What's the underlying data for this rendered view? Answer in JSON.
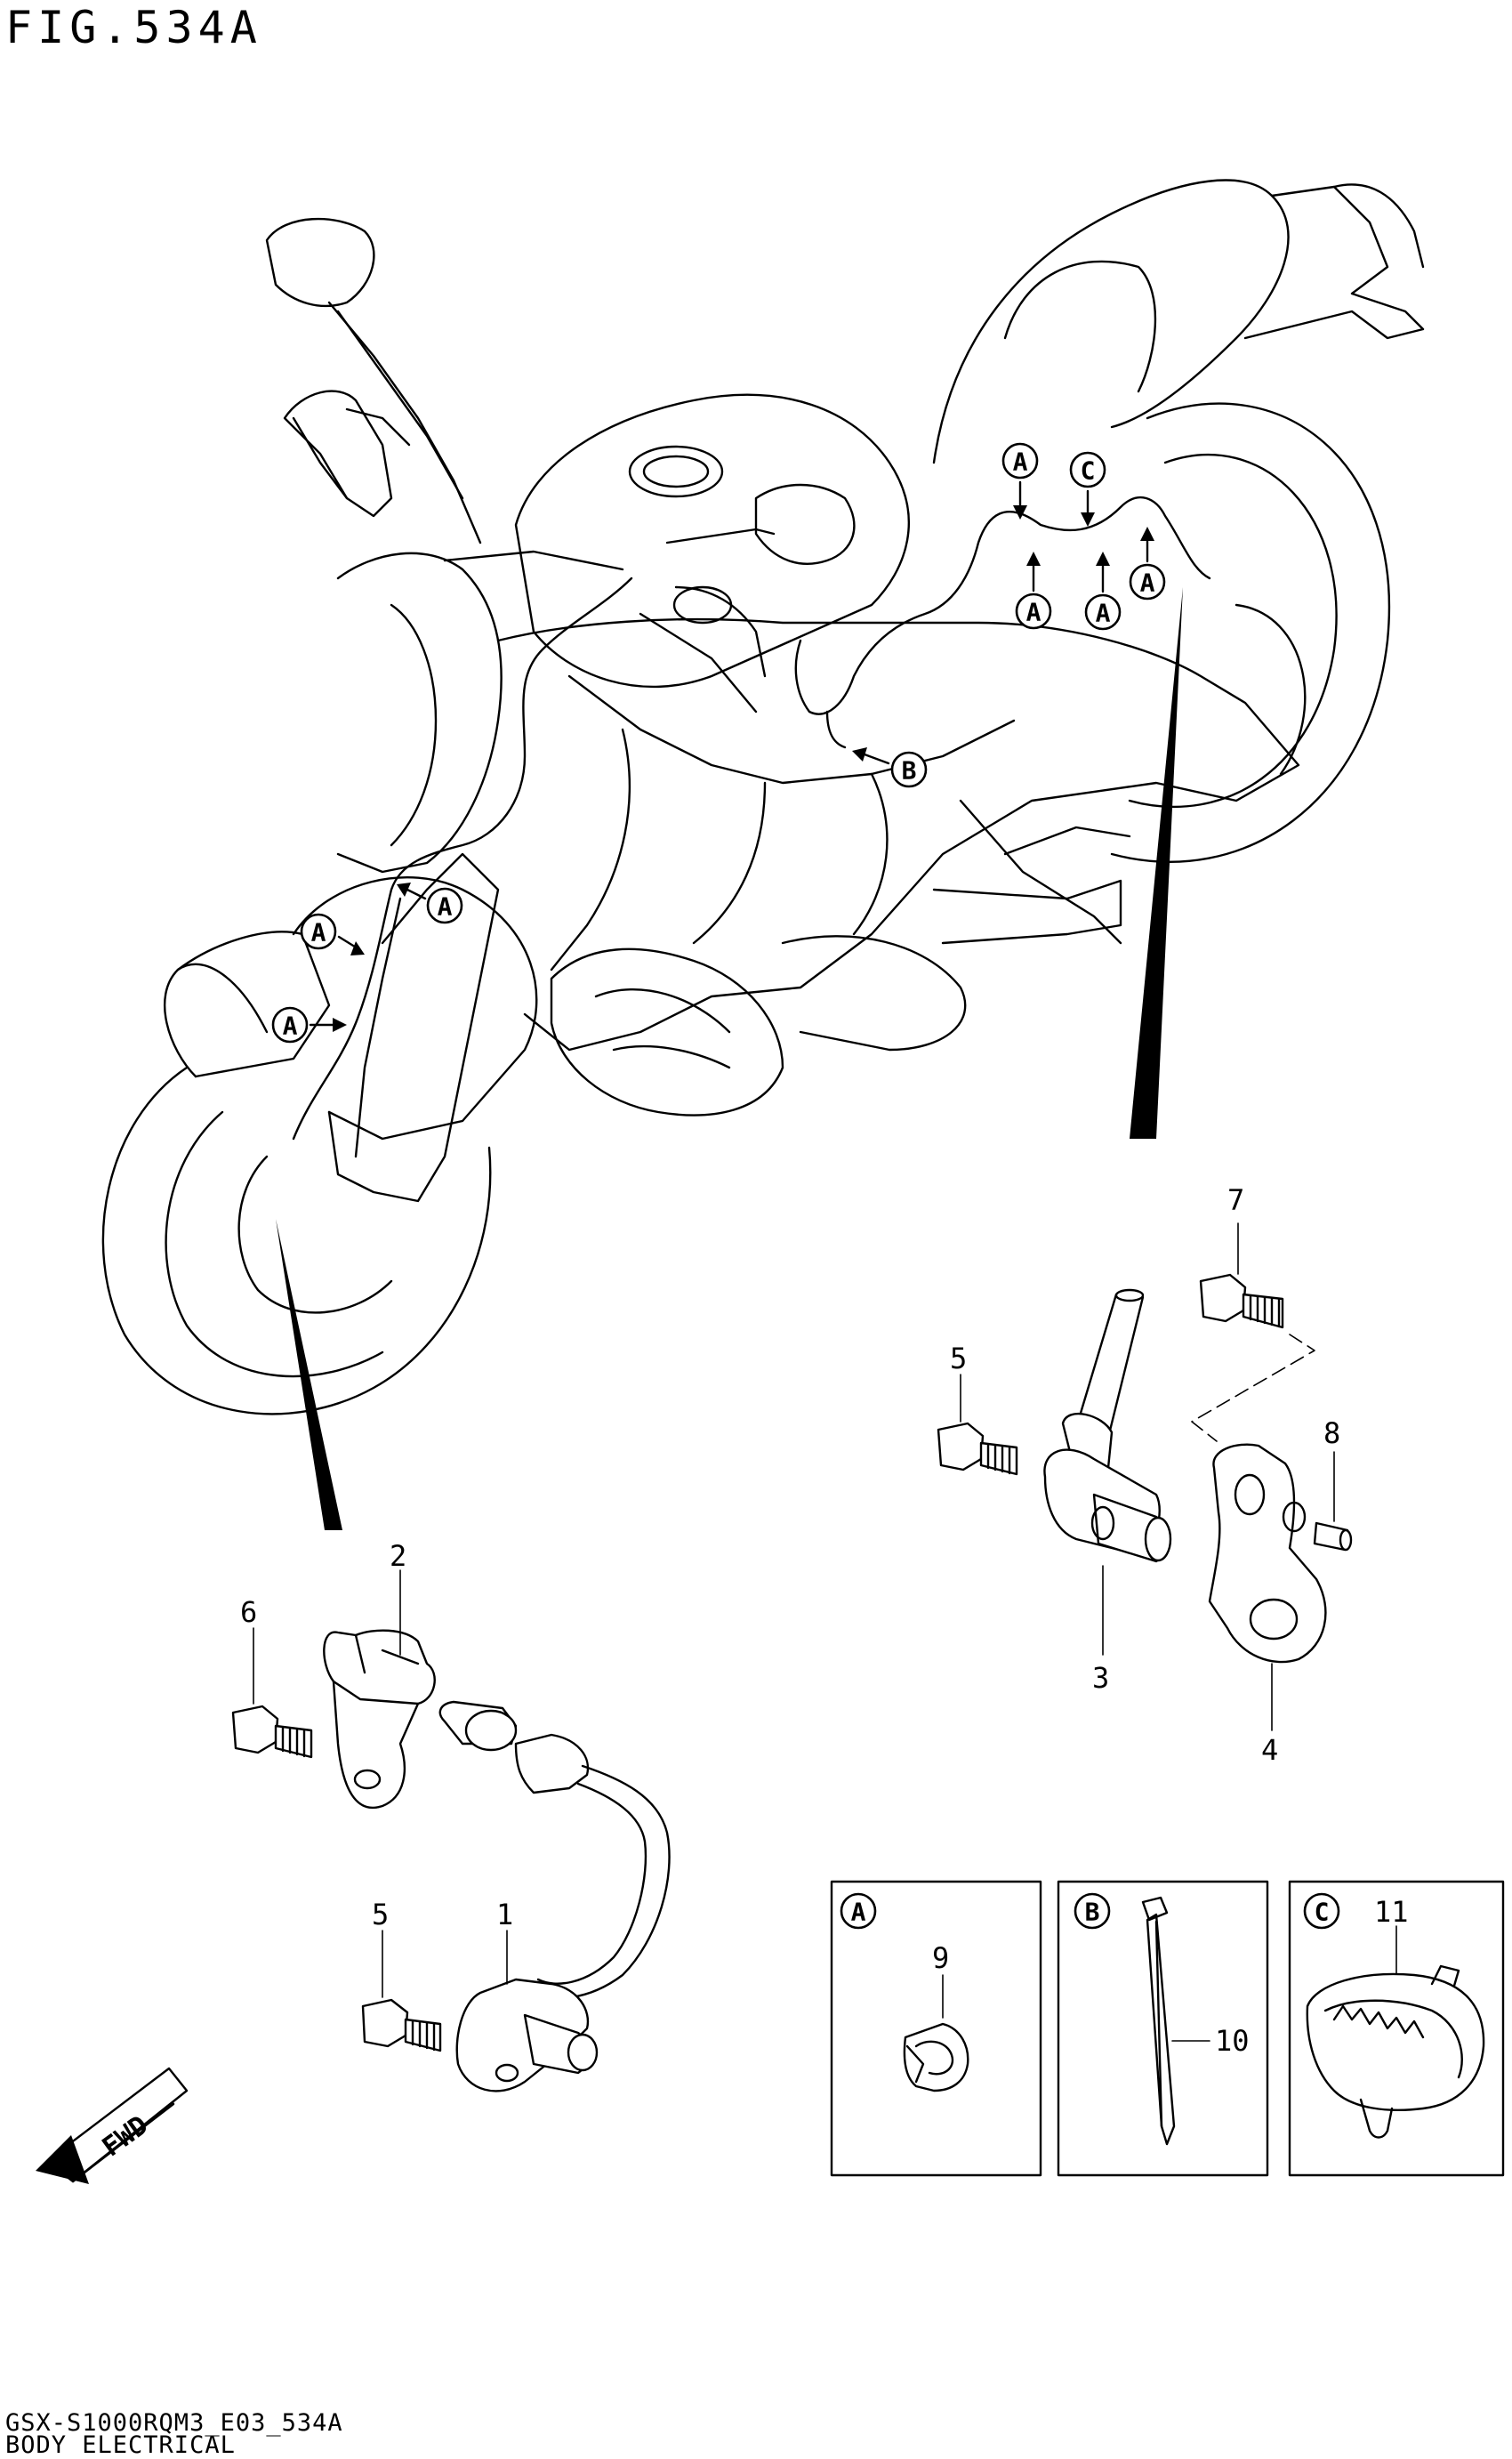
{
  "figure": {
    "title": "FIG.534A",
    "code": "GSX-S1000RQM3_E03_534A",
    "section": "BODY ELECTRICAL"
  },
  "callouts": {
    "A": "A",
    "B": "B",
    "C": "C"
  },
  "fwd_label": "FWD",
  "parts": {
    "p1": "1",
    "p2": "2",
    "p3": "3",
    "p4": "4",
    "p5a": "5",
    "p5b": "5",
    "p6": "6",
    "p7": "7",
    "p8": "8",
    "p9": "9",
    "p10": "10",
    "p11": "11"
  }
}
